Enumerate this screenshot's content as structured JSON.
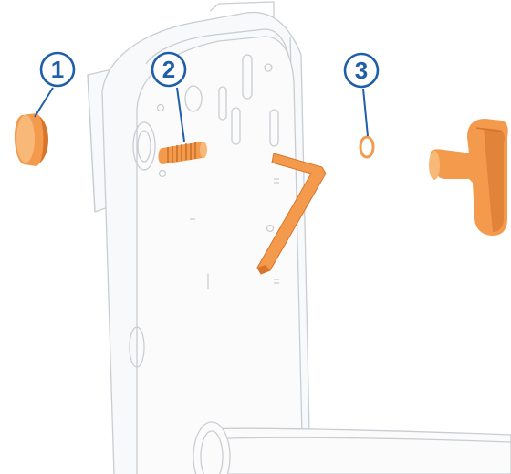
{
  "colors": {
    "part": "#f39a4d",
    "part_dark": "#d9742a",
    "part_light": "#f8b878",
    "callout": "#1f5fa8",
    "housing_stroke": "#c9cdd2",
    "housing_fill": "#f7f8f9"
  },
  "callouts": [
    {
      "id": "1",
      "label": "1"
    },
    {
      "id": "2",
      "label": "2"
    },
    {
      "id": "3",
      "label": "3"
    }
  ],
  "parts": [
    {
      "id": "washer-cap",
      "icon": "rubber-cap-icon"
    },
    {
      "id": "threaded-stud",
      "icon": "threaded-stud-icon"
    },
    {
      "id": "hex-key",
      "icon": "hex-key-icon"
    },
    {
      "id": "lock-washer",
      "icon": "lock-washer-icon"
    },
    {
      "id": "knob",
      "icon": "wing-knob-icon"
    }
  ]
}
